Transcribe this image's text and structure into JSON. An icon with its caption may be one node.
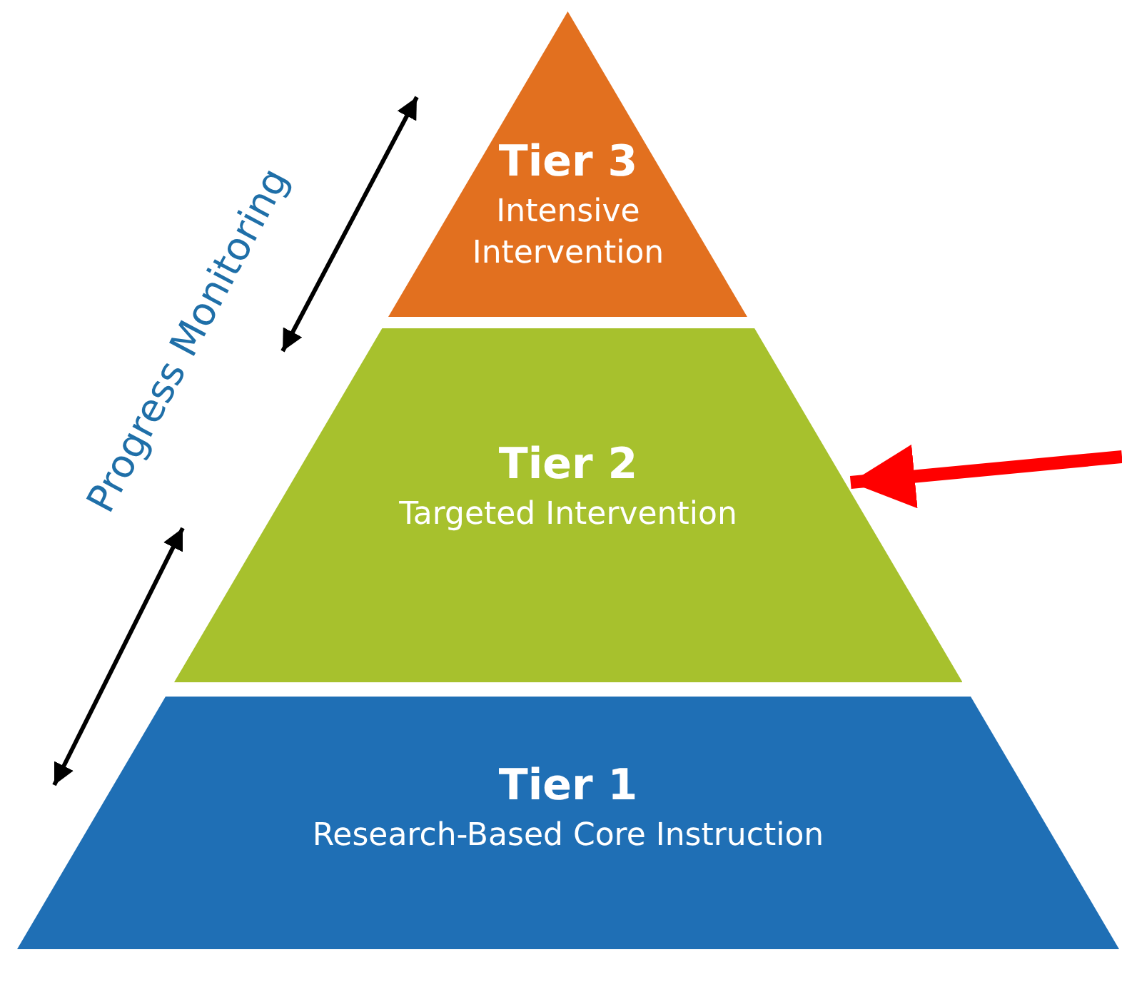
{
  "diagram": {
    "nodes": [
      {
        "text": [
          "Tier 3",
          "Intensive Intervention"
        ]
      },
      {
        "text": [
          "Tier 2",
          "Targeted Intervention"
        ]
      },
      {
        "text": [
          "Tier 1",
          "Research-Based Core Instruction"
        ]
      }
    ],
    "edges": [
      {
        "from": null,
        "to": 1,
        "arrow": "to",
        "color": "#ff0000"
      }
    ],
    "labels": [
      "Progress Monitoring"
    ]
  }
}
